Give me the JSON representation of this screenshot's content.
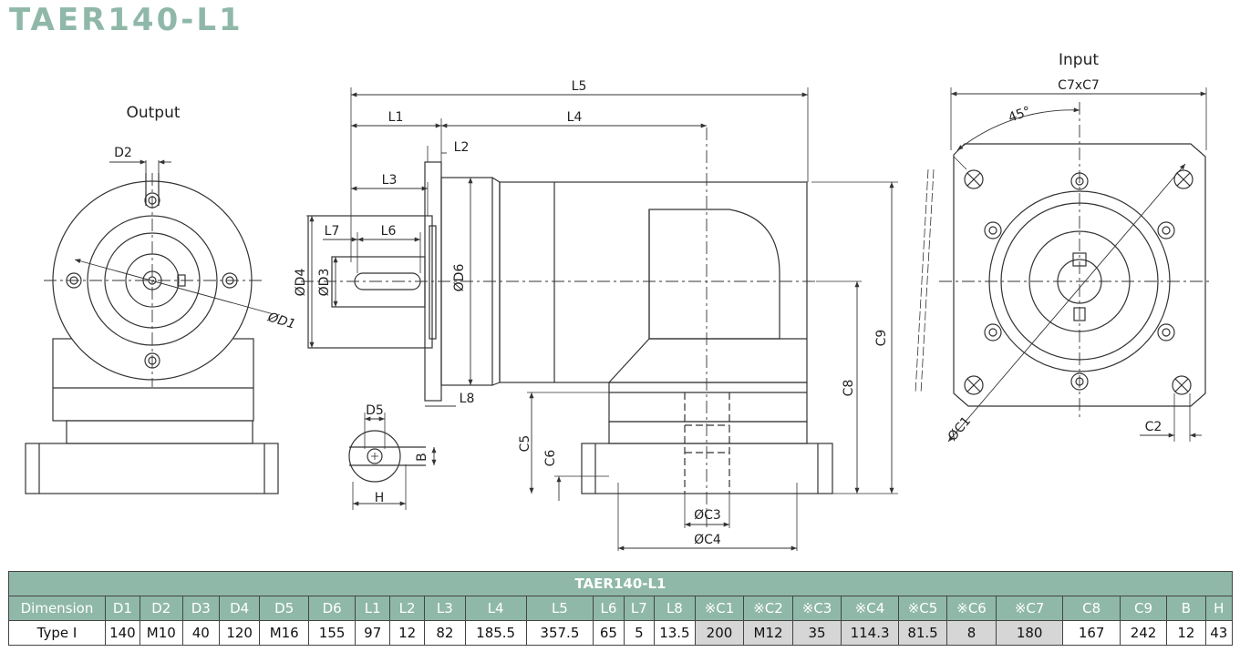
{
  "title": "TAER140-L1",
  "views": {
    "output_label": "Output",
    "input_label": "Input"
  },
  "dimension_labels": {
    "L5": "L5",
    "L1": "L1",
    "L4": "L4",
    "L2": "L2",
    "L3": "L3",
    "L7": "L7",
    "L6": "L6",
    "L8": "L8",
    "D4": "ØD4",
    "D3": "ØD3",
    "D6": "ØD6",
    "D2": "D2",
    "D1": "ØD1",
    "D5": "D5",
    "B": "B",
    "H": "H",
    "C5": "C5",
    "C6": "C6",
    "C8": "C8",
    "C9": "C9",
    "C3": "ØC3",
    "C4": "ØC4",
    "C7": "C7xC7",
    "angle": "45°",
    "C1": "ØC1",
    "C2": "C2"
  },
  "table": {
    "caption": "TAER140-L1",
    "headers": [
      "Dimension",
      "D1",
      "D2",
      "D3",
      "D4",
      "D5",
      "D6",
      "L1",
      "L2",
      "L3",
      "L4",
      "L5",
      "L6",
      "L7",
      "L8",
      "※C1",
      "※C2",
      "※C3",
      "※C4",
      "※C5",
      "※C6",
      "※C7",
      "C8",
      "C9",
      "B",
      "H"
    ],
    "row": [
      "Type I",
      "140",
      "M10",
      "40",
      "120",
      "M16",
      "155",
      "97",
      "12",
      "82",
      "185.5",
      "357.5",
      "65",
      "5",
      "13.5",
      "200",
      "M12",
      "35",
      "114.3",
      "81.5",
      "8",
      "180",
      "167",
      "242",
      "12",
      "43"
    ],
    "shaded_columns": [
      15,
      16,
      17,
      18,
      19,
      20,
      21
    ]
  },
  "colors": {
    "accent": "#8fb8a9",
    "line": "#333333",
    "shade": "#d6d6d6"
  }
}
